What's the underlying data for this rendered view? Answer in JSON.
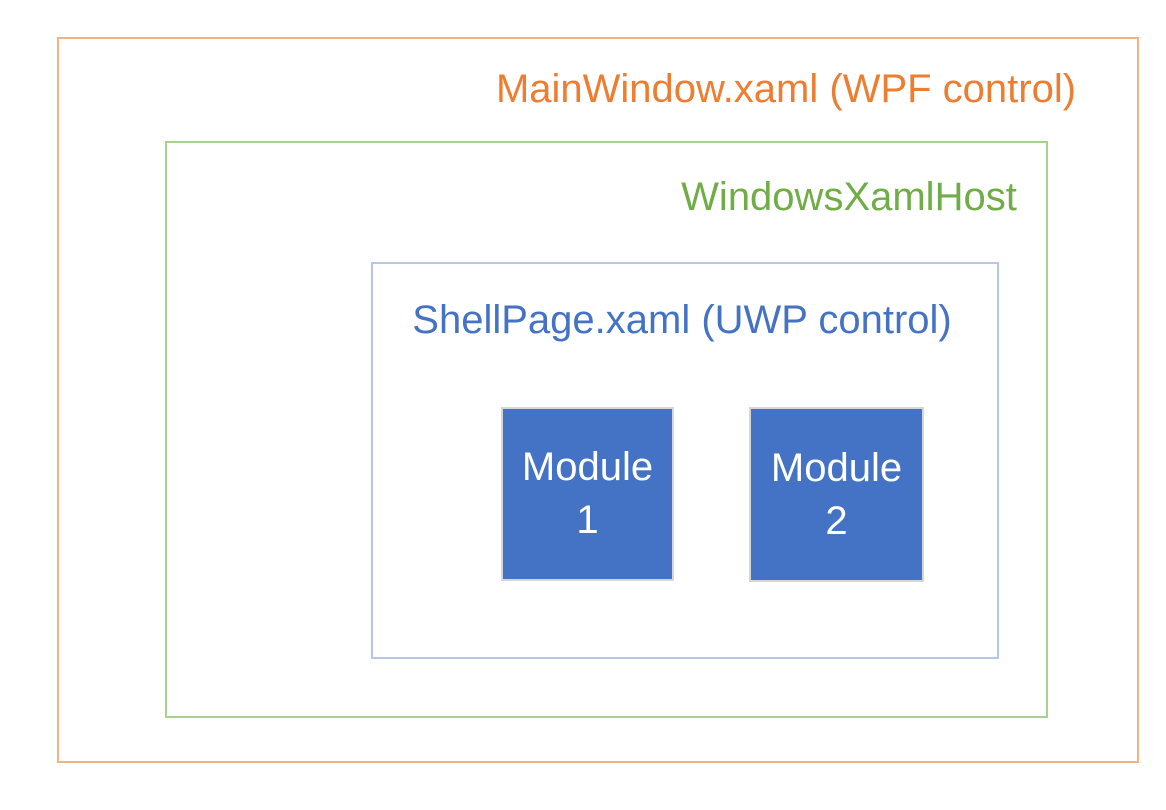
{
  "diagram": {
    "background": "#FFFFFF",
    "outer": {
      "label": "MainWindow.xaml (WPF control)",
      "border_color": "#F4B183",
      "text_color": "#ED7D31"
    },
    "host": {
      "label": "WindowsXamlHost",
      "border_color": "#A9D18E",
      "text_color": "#70AD47"
    },
    "shell": {
      "label": "ShellPage.xaml (UWP control)",
      "border_color": "#B4C7E7",
      "text_color": "#4472C4"
    },
    "modules": [
      {
        "lines": [
          "Module",
          "1"
        ],
        "fill_color": "#4472C4",
        "border_color": "#D6D6D6",
        "text_color": "#FFFFFF"
      },
      {
        "lines": [
          "Module",
          "2"
        ],
        "fill_color": "#4472C4",
        "border_color": "#D6D6D6",
        "text_color": "#FFFFFF"
      }
    ]
  }
}
